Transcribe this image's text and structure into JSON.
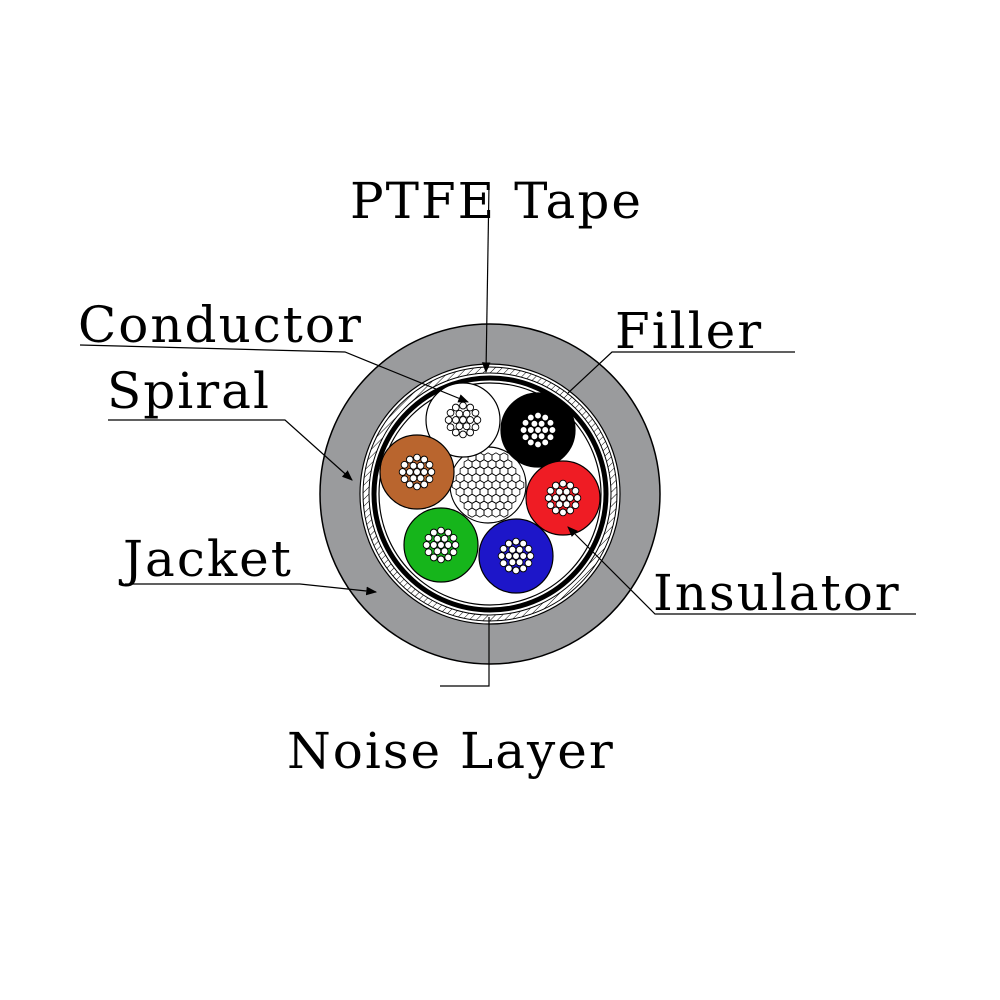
{
  "labels": {
    "ptfe_tape": "PTFE Tape",
    "conductor": "Conductor",
    "filler": "Filler",
    "spiral": "Spiral",
    "jacket": "Jacket",
    "insulator": "Insulator",
    "noise_layer": "Noise Layer"
  },
  "colors": {
    "jacket": "#9a9b9d",
    "wire_natural": "#ffffff",
    "wire_black": "#000000",
    "wire_orange": "#b9652e",
    "wire_red": "#ef1c24",
    "wire_green": "#16b51b",
    "wire_blue": "#1d16c9",
    "filler": "#ffffff"
  },
  "wires": [
    {
      "name": "natural",
      "color_key": "wire_natural"
    },
    {
      "name": "black",
      "color_key": "wire_black"
    },
    {
      "name": "orange",
      "color_key": "wire_orange"
    },
    {
      "name": "red",
      "color_key": "wire_red"
    },
    {
      "name": "green",
      "color_key": "wire_green"
    },
    {
      "name": "blue",
      "color_key": "wire_blue"
    }
  ]
}
